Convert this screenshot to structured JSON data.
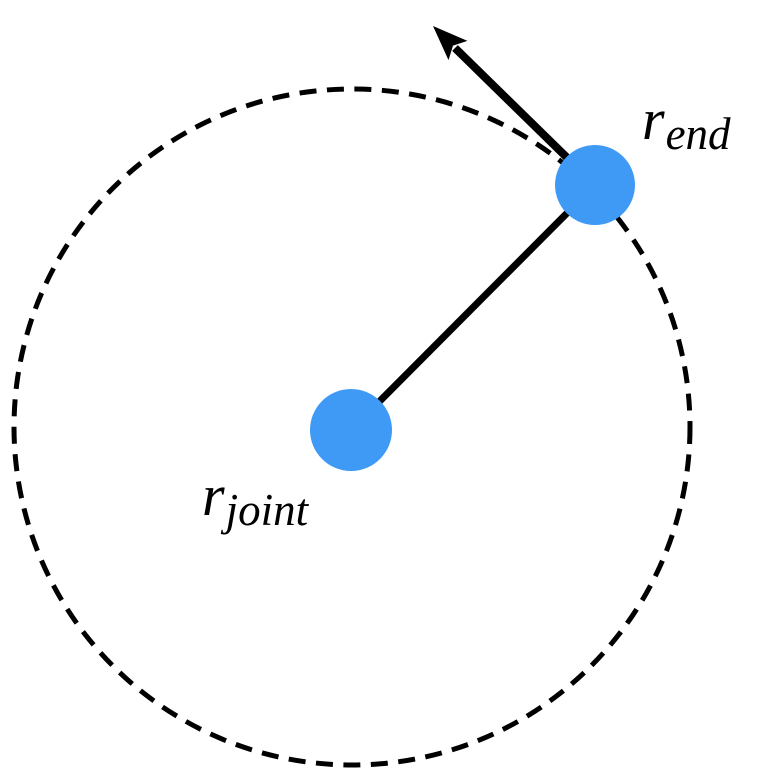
{
  "diagram": {
    "title": "rotating-link-kinematics",
    "background": "#ffffff",
    "colors": {
      "node": "#3e9af5",
      "stroke": "#000000"
    },
    "labels": {
      "end": {
        "base": "r",
        "sub": "end"
      },
      "joint": {
        "base": "r",
        "sub": "joint"
      }
    },
    "elements": {
      "dashed_circle": "rotation path of end point about joint",
      "link_line": "link from joint to end point",
      "arrow": "tangential velocity arrow at end point"
    }
  }
}
